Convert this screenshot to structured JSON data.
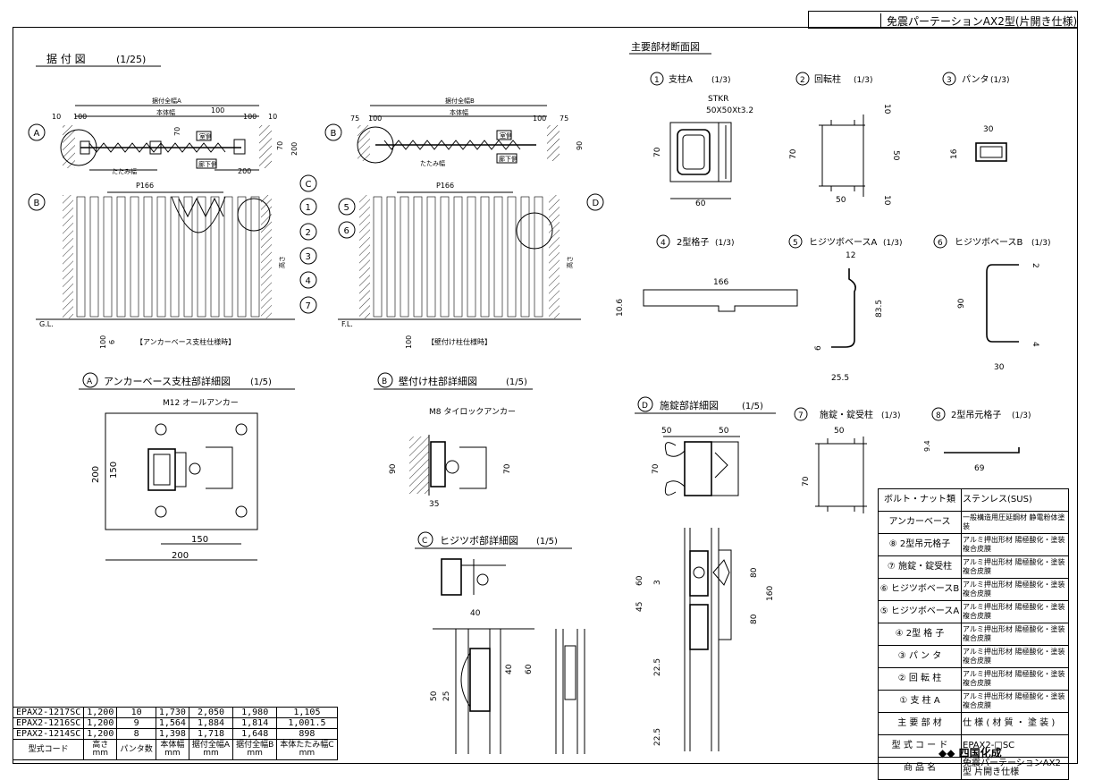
{
  "title": "免震パーテーションAX2型(片開き仕様)",
  "installation": {
    "title": "据 付 図",
    "scale": "(1/25)",
    "labels": {
      "total_a": "据付全幅A",
      "total_b": "据付全幅B",
      "body_width": "本体幅",
      "fold_width": "たたみ幅",
      "indoor": "室側",
      "corridor": "廊下側",
      "pitch": "P166",
      "gl": "G.L.",
      "fl": "F.L.",
      "height_label": "高さ",
      "anchor_caption": "【アンカーベース支柱仕様時】",
      "wall_caption": "【壁付け柱仕様時】"
    },
    "dims_a": [
      "10",
      "100",
      "100",
      "100",
      "10",
      "70",
      "70",
      "200",
      "200",
      "6",
      "100"
    ],
    "dims_b": [
      "75",
      "100",
      "75",
      "90",
      "100"
    ],
    "callouts_a": [
      "A",
      "B",
      "C",
      "1",
      "2",
      "3",
      "4",
      "7"
    ],
    "callouts_b": [
      "B",
      "5",
      "6",
      "D"
    ]
  },
  "sections": {
    "title": "主要部材断面図",
    "items": [
      {
        "num": "1",
        "name": "支柱A",
        "scale": "(1/3)",
        "dims": [
          "STKR",
          "50X50Xt3.2",
          "70",
          "60"
        ]
      },
      {
        "num": "2",
        "name": "回転柱",
        "scale": "(1/3)",
        "dims": [
          "70",
          "50",
          "10",
          "50",
          "10"
        ]
      },
      {
        "num": "3",
        "name": "パンタ",
        "scale": "(1/3)",
        "dims": [
          "30",
          "16"
        ]
      },
      {
        "num": "4",
        "name": "2型格子",
        "scale": "(1/3)",
        "dims": [
          "166",
          "10.6"
        ]
      },
      {
        "num": "5",
        "name": "ヒジツボベースA",
        "scale": "(1/3)",
        "dims": [
          "12",
          "83.5",
          "6",
          "25.5"
        ]
      },
      {
        "num": "6",
        "name": "ヒジツボベースB",
        "scale": "(1/3)",
        "dims": [
          "2",
          "90",
          "4",
          "30"
        ]
      },
      {
        "num": "7",
        "name": "施錠・錠受柱",
        "scale": "(1/3)",
        "dims": [
          "50",
          "70"
        ]
      },
      {
        "num": "8",
        "name": "2型吊元格子",
        "scale": "(1/3)",
        "dims": [
          "9.4",
          "69"
        ]
      }
    ]
  },
  "details": {
    "a": {
      "letter": "A",
      "title": "アンカーベース支柱部詳細図",
      "scale": "(1/5)",
      "anchor": "M12 オールアンカー",
      "dims": [
        "200",
        "150",
        "150",
        "200"
      ]
    },
    "b": {
      "letter": "B",
      "title": "壁付け柱部詳細図",
      "scale": "(1/5)",
      "anchor": "M8 タイロックアンカー",
      "dims": [
        "90",
        "70",
        "35"
      ]
    },
    "c": {
      "letter": "C",
      "title": "ヒジツボ部詳細図",
      "scale": "(1/5)",
      "dims": [
        "40",
        "40",
        "60",
        "50",
        "25"
      ]
    },
    "d": {
      "letter": "D",
      "title": "施錠部詳細図",
      "scale": "(1/5)",
      "dims": [
        "50",
        "50",
        "70",
        "60",
        "3",
        "45",
        "80",
        "80",
        "160",
        "22.5",
        "22.5"
      ]
    }
  },
  "model_table": {
    "headers": [
      "型式コード",
      "高さ\nmm",
      "パンタ数",
      "本体幅\nmm",
      "据付全幅A\nmm",
      "据付全幅B\nmm",
      "本体たたみ幅C\nmm"
    ],
    "rows": [
      [
        "EPAX2-1217SC",
        "1,200",
        "10",
        "1,730",
        "2,050",
        "1,980",
        "1,105"
      ],
      [
        "EPAX2-1216SC",
        "1,200",
        "9",
        "1,564",
        "1,884",
        "1,814",
        "1,001.5"
      ],
      [
        "EPAX2-1214SC",
        "1,200",
        "8",
        "1,398",
        "1,718",
        "1,648",
        "898"
      ]
    ]
  },
  "parts_table": {
    "rows": [
      {
        "key": "ボルト・ナット類",
        "value": "ステンレス(SUS)"
      },
      {
        "key": "アンカーベース",
        "value": "一般構造用圧延鋼材 静電粉体塗装"
      },
      {
        "key": "⑧ 2型吊元格子",
        "value": "アルミ押出形材 陽極酸化・塗装複合皮膜"
      },
      {
        "key": "⑦ 施錠・錠受柱",
        "value": "アルミ押出形材 陽極酸化・塗装複合皮膜"
      },
      {
        "key": "⑥ ヒジツボベースB",
        "value": "アルミ押出形材 陽極酸化・塗装複合皮膜"
      },
      {
        "key": "⑤ ヒジツボベースA",
        "value": "アルミ押出形材 陽極酸化・塗装複合皮膜"
      },
      {
        "key": "④ 2型 格 子",
        "value": "アルミ押出形材 陽極酸化・塗装複合皮膜"
      },
      {
        "key": "③ パ ン タ",
        "value": "アルミ押出形材 陽極酸化・塗装複合皮膜"
      },
      {
        "key": "② 回 転 柱",
        "value": "アルミ押出形材 陽極酸化・塗装複合皮膜"
      },
      {
        "key": "① 支 柱 A",
        "value": "アルミ押出形材 陽極酸化・塗装複合皮膜"
      },
      {
        "key": "主 要 部 材",
        "value": "仕 様 ( 材 質 ・ 塗 装 )"
      },
      {
        "key": "型 式 コ ー ド",
        "value": "EPAX2-□SC"
      },
      {
        "key": "商 品 名",
        "value": "免震パーテーションAX2型 片開き仕様"
      }
    ],
    "company": "四国化成"
  }
}
